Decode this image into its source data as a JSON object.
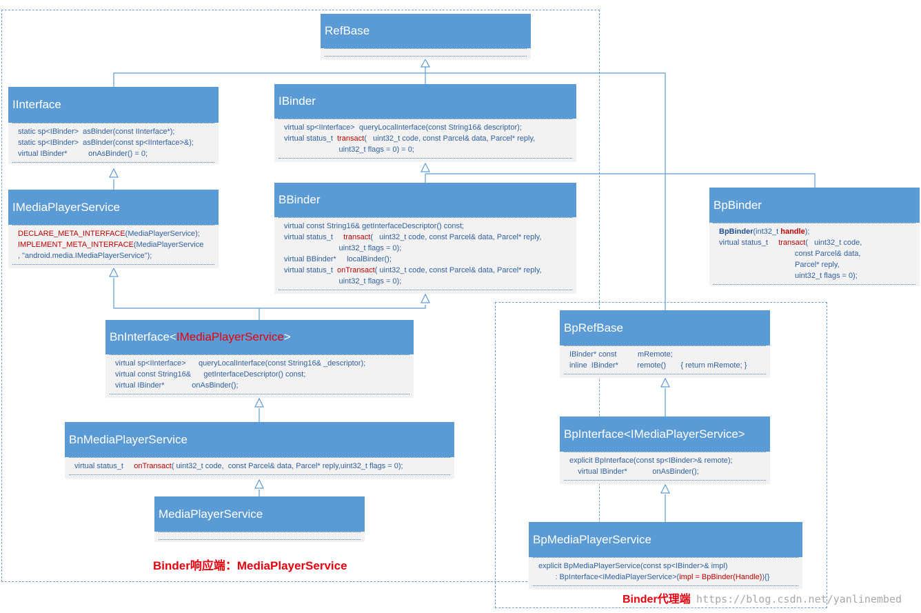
{
  "classes": {
    "refbase": {
      "title": "RefBase",
      "lines": []
    },
    "iinterface": {
      "title": "IInterface",
      "lines": [
        "static sp<IBinder>  asBinder(const IInterface*);",
        "static sp<IBinder>  asBinder(const sp<IInterface>&);",
        "virtual IBinder*          onAsBinder() = 0;"
      ]
    },
    "ibinder": {
      "title": "IBinder",
      "lines": [
        "virtual sp<IInterface>  queryLocalInterface(const String16& descriptor);",
        [
          "virtual status_t  ",
          "transact",
          "(   uint32_t code, const Parcel& data, Parcel* reply,"
        ],
        "                          uint32_t flags = 0) = 0;"
      ]
    },
    "imediaplayerservice": {
      "title": "IMediaPlayerService",
      "lines": [
        [
          "",
          "DECLARE_META_INTERFACE",
          "(MediaPlayerService);"
        ],
        [
          "",
          "IMPLEMENT_META_INTERFACE",
          "(MediaPlayerService"
        ],
        ", \"android.media.IMediaPlayerService\");"
      ]
    },
    "bbinder": {
      "title": "BBinder",
      "lines": [
        "virtual const String16& getInterfaceDescriptor() const;",
        [
          "virtual status_t     ",
          "transact",
          "(   uint32_t code, const Parcel& data, Parcel* reply,"
        ],
        "                          uint32_t flags = 0);",
        "virtual BBinder*     localBinder();",
        [
          "virtual status_t  ",
          "onTransact",
          "( uint32_t code, const Parcel& data, Parcel* reply,"
        ],
        "                          uint32_t flags = 0);"
      ]
    },
    "bpbinder": {
      "title": "BpBinder",
      "lines": [
        [
          "",
          "BpBinder",
          "(int32_t ",
          "handle",
          ");"
        ],
        [
          "virtual status_t     ",
          "transact",
          "(   uint32_t code,"
        ],
        "                                    const Parcel& data,",
        "                                    Parcel* reply,",
        "                                    uint32_t flags = 0);"
      ]
    },
    "bninterface": {
      "title_pre": "BnInterface<",
      "title_red": "IMediaPlayerService",
      "title_post": ">",
      "lines": [
        "virtual sp<IInterface>      queryLocalInterface(const String16& _descriptor);",
        "virtual const String16&      getInterfaceDescriptor() const;",
        "virtual IBinder*             onAsBinder();"
      ]
    },
    "bprefbase": {
      "title": "BpRefBase",
      "lines": [
        "IBinder* const          mRemote;",
        "inline  IBinder*         remote()       { return mRemote; }"
      ]
    },
    "bnmediaplayerservice": {
      "title": "BnMediaPlayerService",
      "lines": [
        [
          "virtual status_t     ",
          "onTransact",
          "( uint32_t code,  const Parcel& data, Parcel* reply,uint32_t flags = 0);"
        ]
      ]
    },
    "bpinterface": {
      "title": "BpInterface<IMediaPlayerService>",
      "lines": [
        "explicit BpInterface(const sp<IBinder>& remote);",
        "    virtual IBinder*            onAsBinder();"
      ]
    },
    "mediaplayerservice": {
      "title": "MediaPlayerService",
      "lines": []
    },
    "bpmediaplayerservice": {
      "title": "BpMediaPlayerService",
      "lines": [
        "explicit BpMediaPlayerService(const sp<IBinder>& impl)",
        [
          "        : BpInterface<IMediaPlayerService>(",
          "impl = BpBinder(Handle)",
          "){}"
        ]
      ]
    }
  },
  "captions": {
    "server": "Binder响应端：MediaPlayerService",
    "client": "Binder代理端"
  },
  "watermark": "https://blog.csdn.net/yanlinembed",
  "colors": {
    "header": "#5b9bd5",
    "body": "#f2f2f2",
    "accent": "#e8000e",
    "line": "#5b9bd5"
  }
}
